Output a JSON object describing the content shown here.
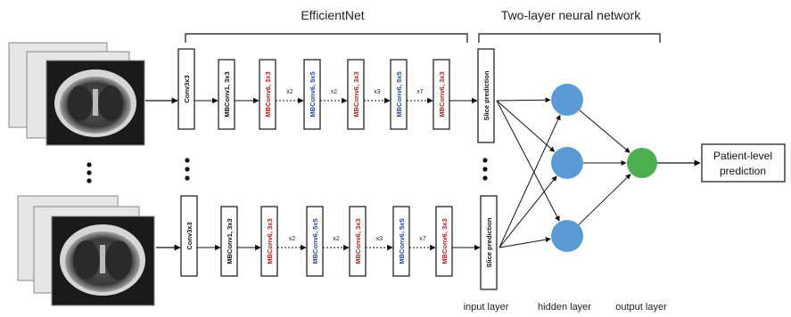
{
  "headings": {
    "efficientnet": "EfficientNet",
    "two_layer": "Two-layer neural network"
  },
  "rows": [
    {
      "conv": "Conv3x3",
      "blocks": [
        "MBConv1, 3x3",
        "MBConv6, 3x3",
        "MBConv6, 5x5",
        "MBConv6, 3x3",
        "MBConv6, 5x5",
        "MBConv6, 3x3"
      ],
      "multipliers": [
        "x2",
        "x2",
        "x3",
        "x7"
      ],
      "slice": "Slice prediction"
    },
    {
      "conv": "Conv3x3",
      "blocks": [
        "MBConv1, 3x3",
        "MBConv6, 3x3",
        "MBConv6, 5x5",
        "MBConv6, 3x3",
        "MBConv6, 5x5",
        "MBConv6, 3x3"
      ],
      "multipliers": [
        "x2",
        "x2",
        "x3",
        "x7"
      ],
      "slice": "Slice prediction"
    }
  ],
  "output": {
    "line1": "Patient-level",
    "line2": "prediction"
  },
  "layer_labels": {
    "input": "input layer",
    "hidden": "hidden layer",
    "output": "output layer"
  },
  "colors": {
    "black_text": "#111111",
    "red_text": "#b22222",
    "blue_text": "#2b4a9c",
    "hidden_node": "#5b9bd5",
    "output_node": "#4caf50"
  },
  "icons": {
    "ct_stack": "ct-scan-stack-icon",
    "ellipsis": "vertical-ellipsis-icon"
  }
}
